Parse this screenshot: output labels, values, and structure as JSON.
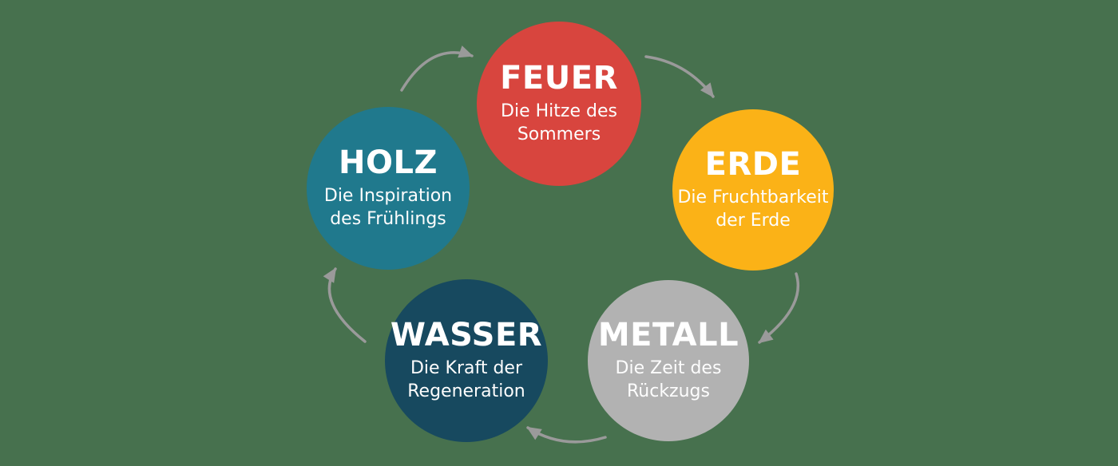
{
  "background_color": "#47714e",
  "arrow_color": "#9a9a9a",
  "text_color": "#ffffff",
  "elements": [
    {
      "id": "feuer",
      "label": "FEUER",
      "desc_line1": "Die Hitze des",
      "desc_line2": "Sommers",
      "color": "#d8453e"
    },
    {
      "id": "erde",
      "label": "ERDE",
      "desc_line1": "Die Fruchtbarkeit",
      "desc_line2": "der Erde",
      "color": "#fbb217"
    },
    {
      "id": "metall",
      "label": "METALL",
      "desc_line1": "Die Zeit des",
      "desc_line2": "Rückzugs",
      "color": "#b2b2b2"
    },
    {
      "id": "wasser",
      "label": "WASSER",
      "desc_line1": "Die Kraft der",
      "desc_line2": "Regeneration",
      "color": "#17495f"
    },
    {
      "id": "holz",
      "label": "HOLZ",
      "desc_line1": "Die Inspiration",
      "desc_line2": "des Frühlings",
      "color": "#20798d"
    }
  ],
  "cycle_order": [
    "HOLZ",
    "FEUER",
    "ERDE",
    "METALL",
    "WASSER"
  ]
}
